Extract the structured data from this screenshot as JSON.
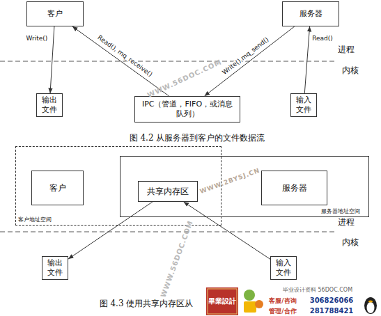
{
  "diagram": {
    "nodes": [
      {
        "text": [
          "客户"
        ]
      },
      {
        "text": [
          "服务器"
        ]
      },
      {
        "text": [
          "输出 文件"
        ]
      },
      {
        "text": [
          "IPC（管道，FIFO，或消息 队列）"
        ]
      },
      {
        "text": [
          "输入 文件"
        ]
      },
      {
        "text": [
          "客户地址空间"
        ]
      },
      {
        "text": [
          "客户"
        ],
        "in": 5
      },
      {
        "text": [
          "服务器地址空间"
        ]
      },
      {
        "text": [
          "共享内存区"
        ],
        "in": 7
      },
      {
        "text": [
          "服务器"
        ],
        "in": 7
      },
      {
        "text": [
          "输出 文件"
        ]
      },
      {
        "text": [
          "输入 文件"
        ]
      }
    ],
    "edges": [
      {
        "from": 0,
        "to": 2,
        "label": "Write()",
        "arrow": "to"
      },
      {
        "from": 3,
        "to": 0,
        "label": "Read(), mq_receive()",
        "arrow": "to"
      },
      {
        "from": 1,
        "to": 3,
        "label": "Write(),mq_send()",
        "arrow": "to"
      },
      {
        "from": 4,
        "to": 1,
        "label": "Read()",
        "arrow": "to"
      },
      {
        "from": 8,
        "to": 10,
        "arrow": "to"
      },
      {
        "from": 11,
        "to": 8,
        "arrow": "to"
      }
    ],
    "labels": [
      "进程",
      "内核",
      "图 4.2 从服务器到客户的文件数据流",
      "WWW.56DOC.COM",
      "进程",
      "内核",
      "WWW.2BYSJ.CN",
      "WWW.56DOC.COM",
      "图 4.3 使用共享内存区从",
      "畢業設計",
      "毕业设计资料 56DOC.COM",
      "客服/咨询",
      "306826066",
      "管理/合作",
      "281788421"
    ]
  }
}
